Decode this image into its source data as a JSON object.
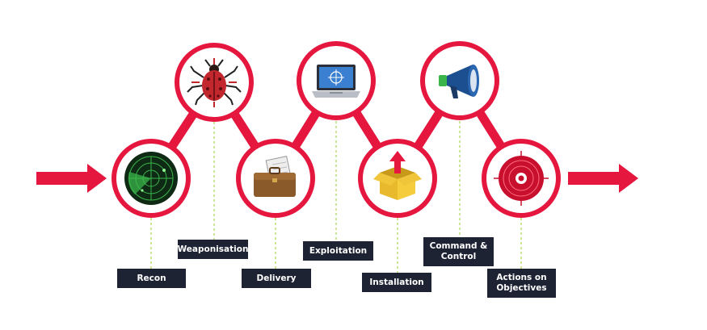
{
  "stages": [
    {
      "id": "recon",
      "label": "Recon",
      "icon": "radar-icon"
    },
    {
      "id": "weaponisation",
      "label": "Weaponisation",
      "icon": "bug-icon"
    },
    {
      "id": "delivery",
      "label": "Delivery",
      "icon": "briefcase-icon"
    },
    {
      "id": "exploitation",
      "label": "Exploitation",
      "icon": "laptop-target-icon"
    },
    {
      "id": "installation",
      "label": "Installation",
      "icon": "box-arrow-icon"
    },
    {
      "id": "command_control",
      "label": "Command & Control",
      "icon": "megaphone-icon"
    },
    {
      "id": "actions",
      "label": "Actions on Objectives",
      "icon": "target-icon"
    }
  ],
  "colors": {
    "accent": "#e5173f",
    "label_bg": "#1d2333",
    "connector_line": "#9acd32"
  }
}
